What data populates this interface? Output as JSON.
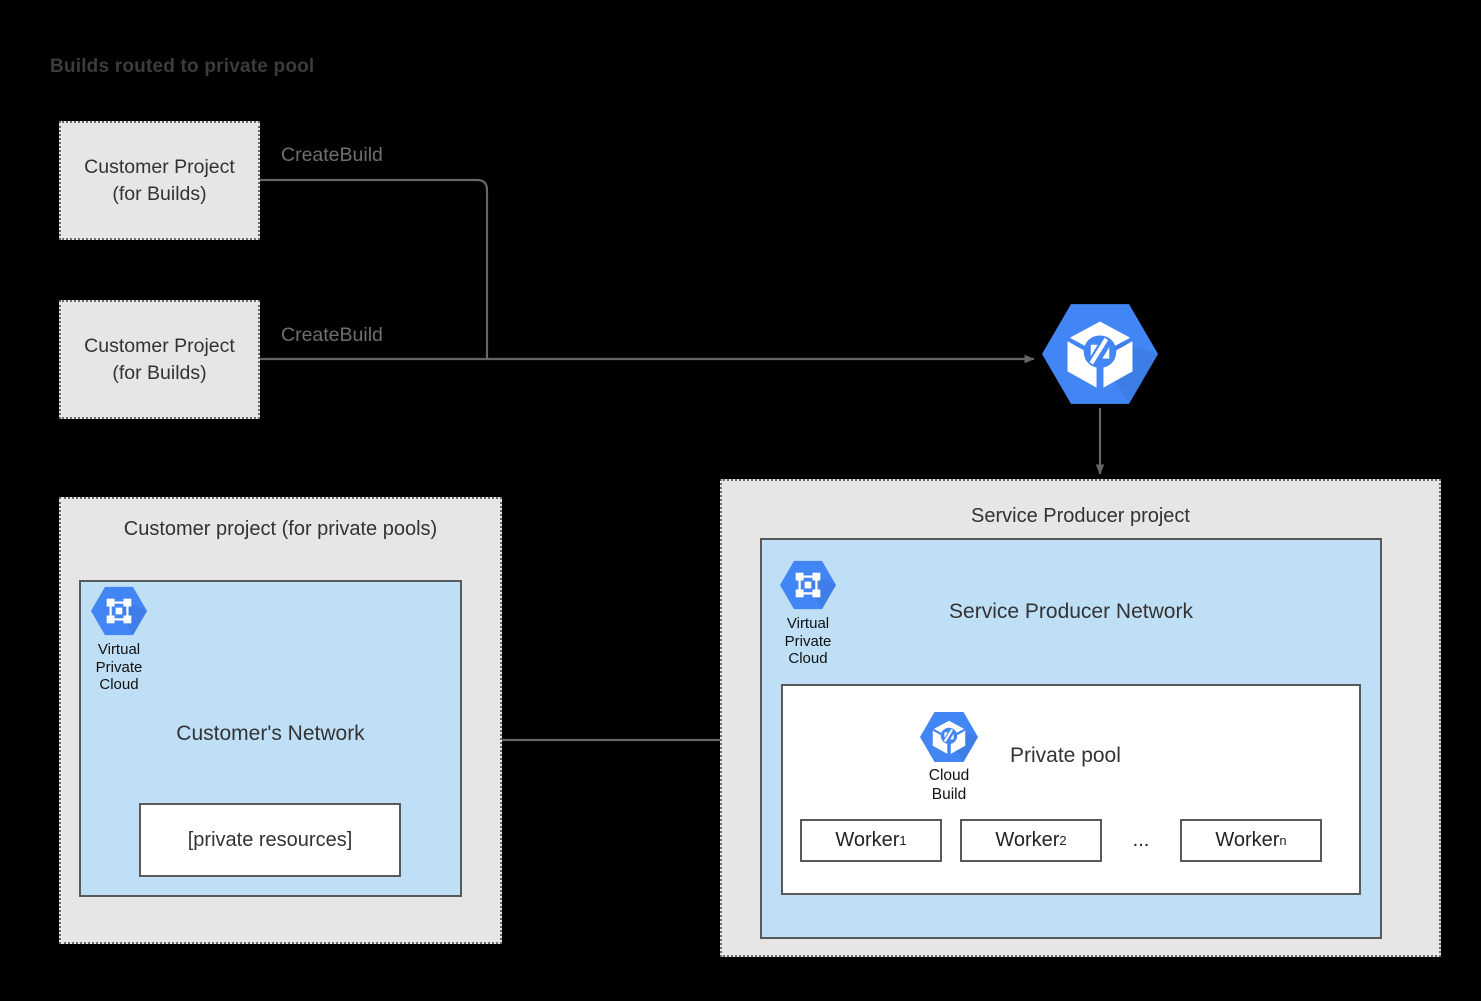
{
  "diagram": {
    "title": "Builds routed to private pool",
    "background_color": "#000000",
    "accent_blue": "#4285F4",
    "network_fill": "#BFDFF7",
    "project_fill": "#E6E6E6",
    "line_color": "#666666"
  },
  "customer_projects": [
    {
      "line1": "Customer Project",
      "line2": "(for Builds)",
      "edge_label": "CreateBuild"
    },
    {
      "line1": "Customer Project",
      "line2": "(for Builds)",
      "edge_label": "CreateBuild"
    }
  ],
  "cloud_build_node": {
    "icon": "cloud-build-icon"
  },
  "customer_private_pool_project": {
    "title": "Customer project (for private pools)",
    "network": {
      "title": "Customer's Network",
      "vpc_icon": "virtual-private-cloud-icon",
      "vpc_caption": [
        "Virtual",
        "Private",
        "Cloud"
      ],
      "resource_box": "[private resources]"
    }
  },
  "service_producer_project": {
    "title": "Service Producer project",
    "network": {
      "title": "Service Producer Network",
      "vpc_icon": "virtual-private-cloud-icon",
      "vpc_caption": [
        "Virtual",
        "Private",
        "Cloud"
      ],
      "private_pool": {
        "title": "Private pool",
        "cloud_build_icon": "cloud-build-icon",
        "cloud_build_caption": [
          "Cloud",
          "Build"
        ],
        "workers": [
          {
            "name": "Worker",
            "sub": "1"
          },
          {
            "name": "Worker",
            "sub": "2"
          },
          {
            "name": "Worker",
            "sub": "n"
          }
        ],
        "ellipsis": "..."
      }
    }
  }
}
